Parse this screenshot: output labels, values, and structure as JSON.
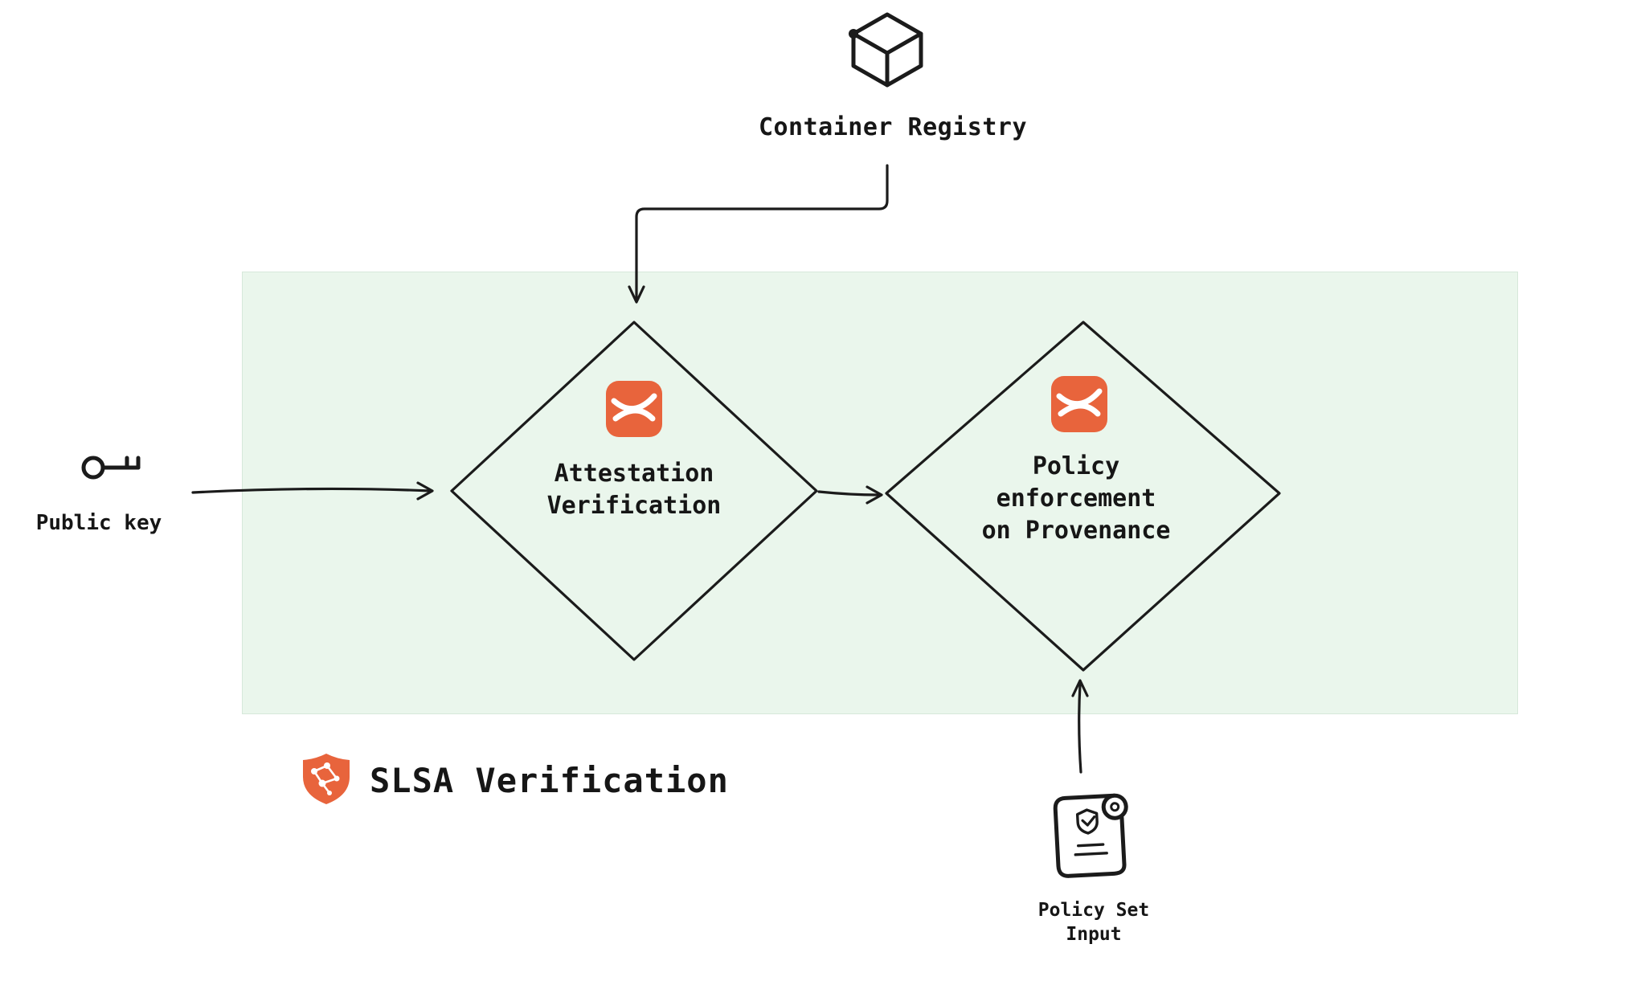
{
  "colors": {
    "accent_orange": "#e8643c",
    "zone_fill": "#eaf6ec",
    "zone_border": "#d6e8da",
    "line": "#1b1b1b",
    "text": "#161616"
  },
  "registry": {
    "label": "Container Registry"
  },
  "publicKey": {
    "label": "Public key"
  },
  "attestation": {
    "lines": [
      "Attestation",
      "Verification"
    ]
  },
  "policy": {
    "lines": [
      "Policy",
      "enforcement",
      "on Provenance"
    ]
  },
  "slsaZone": {
    "label": "SLSA Verification"
  },
  "policySet": {
    "lines": [
      "Policy Set",
      "Input"
    ]
  },
  "icons": {
    "registry": "cube-3d-icon",
    "public_key": "key-icon",
    "attestation_node": "orange-witness-badge-icon",
    "policy_node": "orange-witness-badge-icon",
    "slsa": "slsa-shield-icon",
    "policy_set": "scroll-shield-check-icon"
  }
}
